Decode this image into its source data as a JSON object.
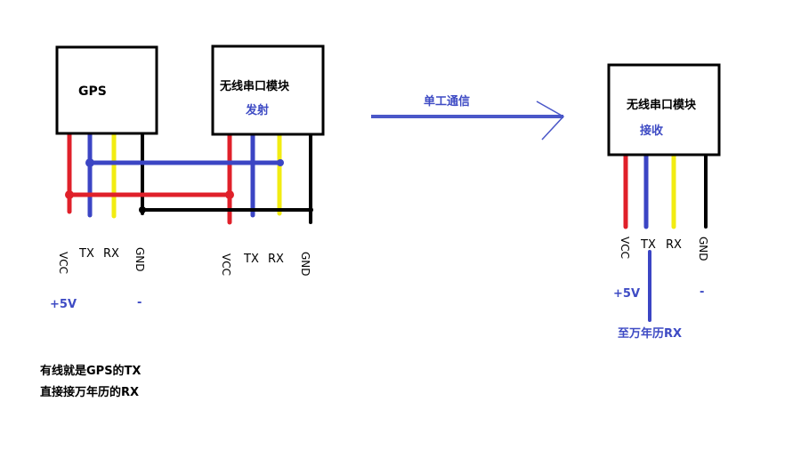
{
  "modules": {
    "gps": {
      "title": "GPS"
    },
    "transmitter": {
      "title": "无线串口模块",
      "role": "发射"
    },
    "receiver": {
      "title": "无线串口模块",
      "role": "接收"
    }
  },
  "pins": {
    "vcc": "VCC",
    "tx": "TX",
    "rx": "RX",
    "gnd": "GND"
  },
  "power": {
    "plus": "+5V",
    "minus": "-"
  },
  "link": {
    "label": "单工通信"
  },
  "receiver_tx_target": "至万年历RX",
  "note": {
    "line1": "有线就是GPS的TX",
    "line2": "直接接万年历的RX"
  },
  "colors": {
    "vcc": "#e0202a",
    "tx": "#3b45c4",
    "rx": "#f2ec12",
    "gnd": "#000000",
    "arrow": "#4a57c8",
    "label_blue": "#3e4bc4"
  }
}
